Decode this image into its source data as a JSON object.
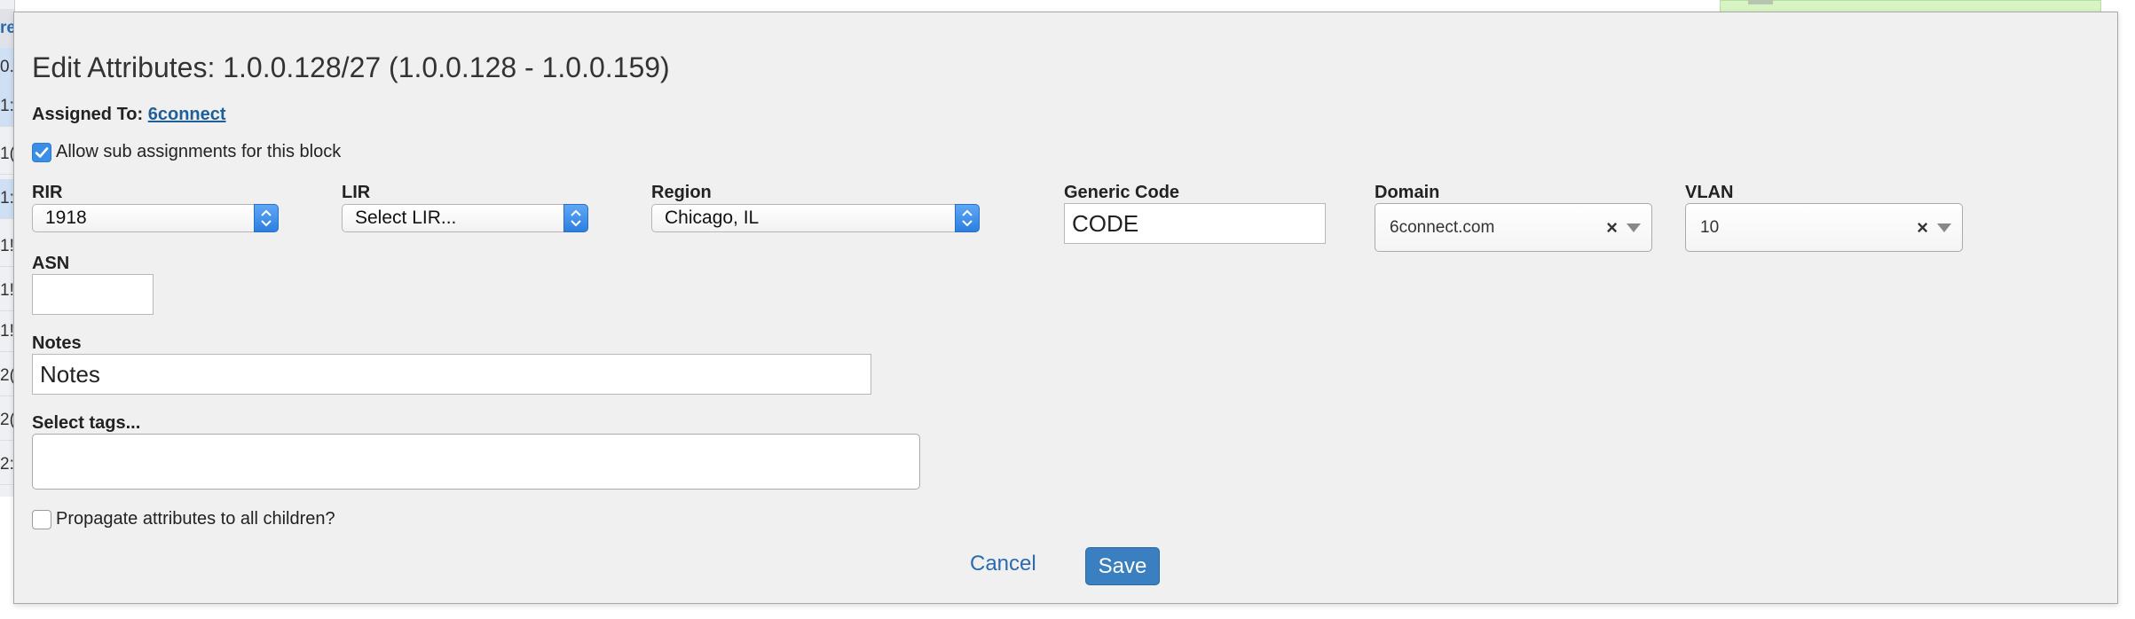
{
  "background": {
    "header": "re",
    "rows": [
      "0.",
      "1:",
      "1(",
      "1:",
      "1!",
      "1!",
      "1!",
      "2(",
      "2(",
      "2:"
    ]
  },
  "dialog": {
    "title": "Edit Attributes: 1.0.0.128/27 (1.0.0.128 - 1.0.0.159)",
    "assigned_label": "Assigned To:",
    "assigned_link": "6connect",
    "allow_sub_label": "Allow sub assignments for this block",
    "allow_sub_checked": true,
    "fields": {
      "rir": {
        "label": "RIR",
        "value": "1918"
      },
      "lir": {
        "label": "LIR",
        "value": "Select LIR..."
      },
      "region": {
        "label": "Region",
        "value": "Chicago, IL"
      },
      "generic_code": {
        "label": "Generic Code",
        "value": "CODE"
      },
      "domain": {
        "label": "Domain",
        "value": "6connect.com"
      },
      "vlan": {
        "label": "VLAN",
        "value": "10"
      },
      "asn": {
        "label": "ASN",
        "value": ""
      },
      "notes": {
        "label": "Notes",
        "value": "Notes"
      },
      "tags": {
        "label": "Select tags...",
        "value": ""
      }
    },
    "propagate_label": "Propagate attributes to all children?",
    "propagate_checked": false,
    "cancel_label": "Cancel",
    "save_label": "Save"
  },
  "colors": {
    "accent": "#3a7fbf",
    "link": "#2a6bb0",
    "checkbox_on": "#3a8ee6",
    "dialog_bg": "#f0f0f0"
  }
}
